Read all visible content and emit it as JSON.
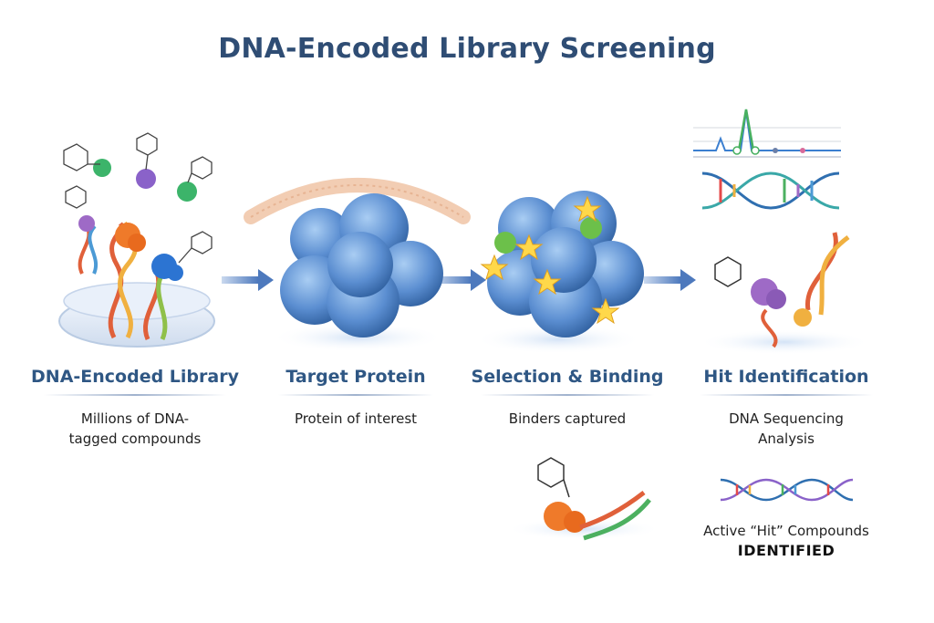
{
  "title": "DNA-Encoded Library Screening",
  "steps": [
    {
      "name": "DNA-Encoded Library",
      "desc_line1": "Millions of DNA-",
      "desc_line2": "tagged compounds"
    },
    {
      "name": "Target Protein",
      "desc": "Protein of interest"
    },
    {
      "name": "Selection & Binding",
      "desc": "Binders captured"
    },
    {
      "name": "Hit Identification",
      "desc_line1": "DNA Sequencing",
      "desc_line2": "Analysis"
    }
  ],
  "result": {
    "line1": "Active “Hit” Compounds",
    "line2": "IDENTIFIED"
  },
  "colors": {
    "title": "#2f4d74",
    "heading": "#2f5784",
    "protein": "#5b8ed1",
    "arrow": "#5b86c7"
  }
}
